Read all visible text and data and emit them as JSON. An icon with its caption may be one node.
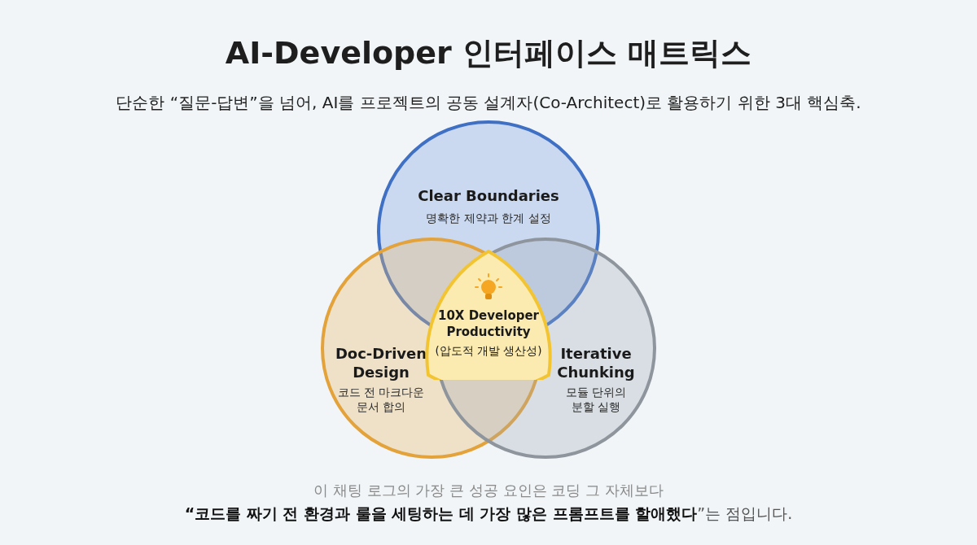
{
  "diagram": {
    "title": "AI-Developer 인터페이스 매트릭스",
    "nodes": [
      {
        "text": [
          "Clear Boundaries",
          "명확한 제약과 한계 설정"
        ]
      },
      {
        "text": [
          "Doc-Driven Design",
          "코드 전 마크다운 문서 합의"
        ]
      },
      {
        "text": [
          "Iterative Chunking",
          "모듈 단위의 분할 실행"
        ]
      },
      {
        "text": [
          "10X Developer Productivity",
          "(압도적 개발 생산성)"
        ]
      }
    ],
    "labels": [
      "단순한 “질문-답변”을 넘어, AI를 프로젝트의 공동 설계자(Co-Architect)로 활용하기 위한 3대 핵심축.",
      "이 채팅 로그의 가장 큰 성공 요인은 코딩 그 자체보다",
      "**“코드를 짜기 전 환경과 룰을 세팅하는 데 가장 많은 프롬프트를 할애했다**”는 점입니다."
    ]
  }
}
